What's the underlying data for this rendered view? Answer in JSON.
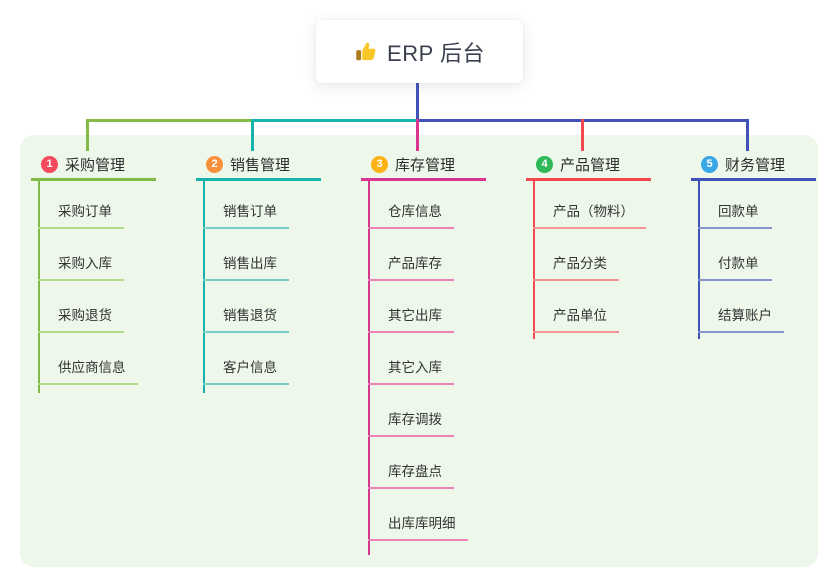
{
  "root": {
    "title": "ERP 后台",
    "icon": "thumbs-up-icon"
  },
  "colors": {
    "panel_bg": "#edf7ea",
    "stem_blue": "#4153b8",
    "root_text": "#3b404f",
    "node_text": "#333333"
  },
  "branches": [
    {
      "number": "1",
      "label": "采购管理",
      "badge_color": "#f54a5e",
      "line_color": "#82bb47",
      "light_color": "#b0d989",
      "items": [
        "采购订单",
        "采购入库",
        "采购退货",
        "供应商信息"
      ]
    },
    {
      "number": "2",
      "label": "销售管理",
      "badge_color": "#f8913a",
      "line_color": "#16b3aa",
      "light_color": "#74cdc6",
      "items": [
        "销售订单",
        "销售出库",
        "销售退货",
        "客户信息"
      ]
    },
    {
      "number": "3",
      "label": "库存管理",
      "badge_color": "#fcb116",
      "line_color": "#d9348e",
      "light_color": "#ee82b6",
      "items": [
        "仓库信息",
        "产品库存",
        "其它出库",
        "其它入库",
        "库存调拨",
        "库存盘点",
        "出库库明细"
      ]
    },
    {
      "number": "4",
      "label": "产品管理",
      "badge_color": "#2eb857",
      "line_color": "#f1494f",
      "light_color": "#f79297",
      "items": [
        "产品（物料）",
        "产品分类",
        "产品单位"
      ]
    },
    {
      "number": "5",
      "label": "财务管理",
      "badge_color": "#39a6e6",
      "line_color": "#4153b8",
      "light_color": "#8693d3",
      "items": [
        "回款单",
        "付款单",
        "结算账户"
      ]
    }
  ]
}
